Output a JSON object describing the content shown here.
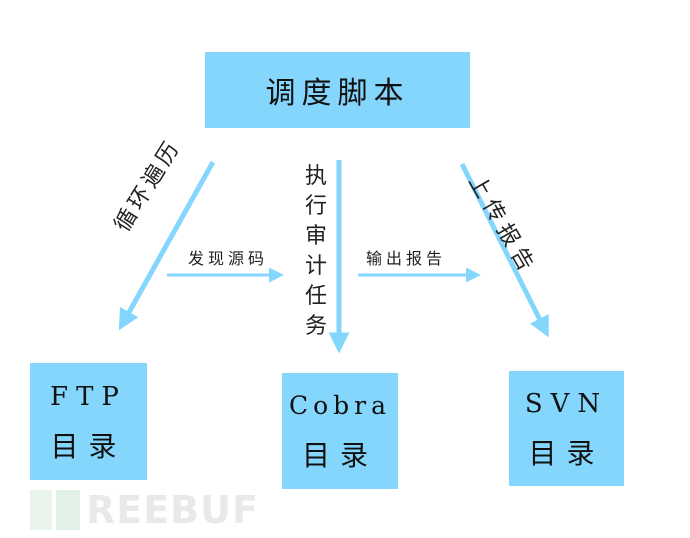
{
  "diagram": {
    "root": {
      "label": "调度脚本"
    },
    "nodes": [
      {
        "id": "ftp",
        "line1": "FTP",
        "line2": "目录"
      },
      {
        "id": "cobra",
        "line1": "Cobra",
        "line2": "目录"
      },
      {
        "id": "svn",
        "line1": "SVN",
        "line2": "目录"
      }
    ],
    "edges": [
      {
        "from": "root",
        "to": "ftp",
        "label": "循环遍历"
      },
      {
        "from": "ftp",
        "to": "cobra",
        "label": "发现源码"
      },
      {
        "from": "root",
        "to": "cobra",
        "label": "执行审计任务"
      },
      {
        "from": "cobra",
        "to": "svn",
        "label": "输出报告"
      },
      {
        "from": "root",
        "to": "svn",
        "label": "上传报告"
      }
    ],
    "colors": {
      "box": "#84d6fc",
      "arrow": "#84d6fc",
      "text": "#111111"
    }
  },
  "watermark": {
    "text": "FREEBUF"
  }
}
